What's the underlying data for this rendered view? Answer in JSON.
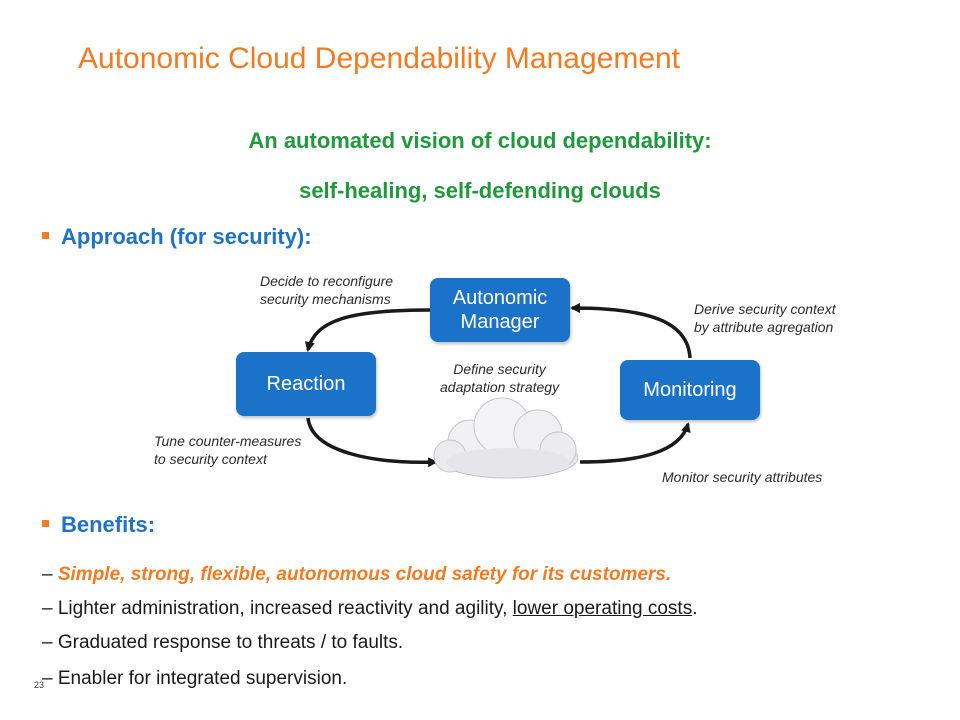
{
  "slide": {
    "title": "Autonomic Cloud Dependability Management",
    "subtitle_line1": "An automated vision of cloud dependability:",
    "subtitle_line2": "self-healing, self-defending clouds",
    "page_number": "23"
  },
  "approach": {
    "heading": "Approach (for security):",
    "nodes": {
      "manager_line1": "Autonomic",
      "manager_line2": "Manager",
      "reaction": "Reaction",
      "monitoring": "Monitoring"
    },
    "notes": {
      "decide_line1": "Decide to reconfigure",
      "decide_line2": "security mechanisms",
      "derive_line1": "Derive security context",
      "derive_line2": "by attribute agregation",
      "define_line1": "Define security",
      "define_line2": "adaptation strategy",
      "tune_line1": "Tune counter-measures",
      "tune_line2": "to security context",
      "monitor": "Monitor security attributes"
    },
    "icons": {
      "cloud": "cloud-icon",
      "bullet": "square-bullet"
    }
  },
  "benefits": {
    "heading": "Benefits:",
    "item1_dash": "– ",
    "item1_text": "Simple, strong, flexible, autonomous cloud safety for its customers.",
    "item2_prefix": "– Lighter administration, increased reactivity and agility, ",
    "item2_underlined": "lower operating costs",
    "item2_suffix": ".",
    "item3": "– Graduated response to threats / to faults.",
    "item4": "– Enabler for integrated supervision."
  },
  "colors": {
    "title": "#f47a20",
    "subtitle": "#1e9a3c",
    "heading": "#1e73c9",
    "node_fill": "#1a73c9",
    "emphasis": "#f47a20"
  }
}
